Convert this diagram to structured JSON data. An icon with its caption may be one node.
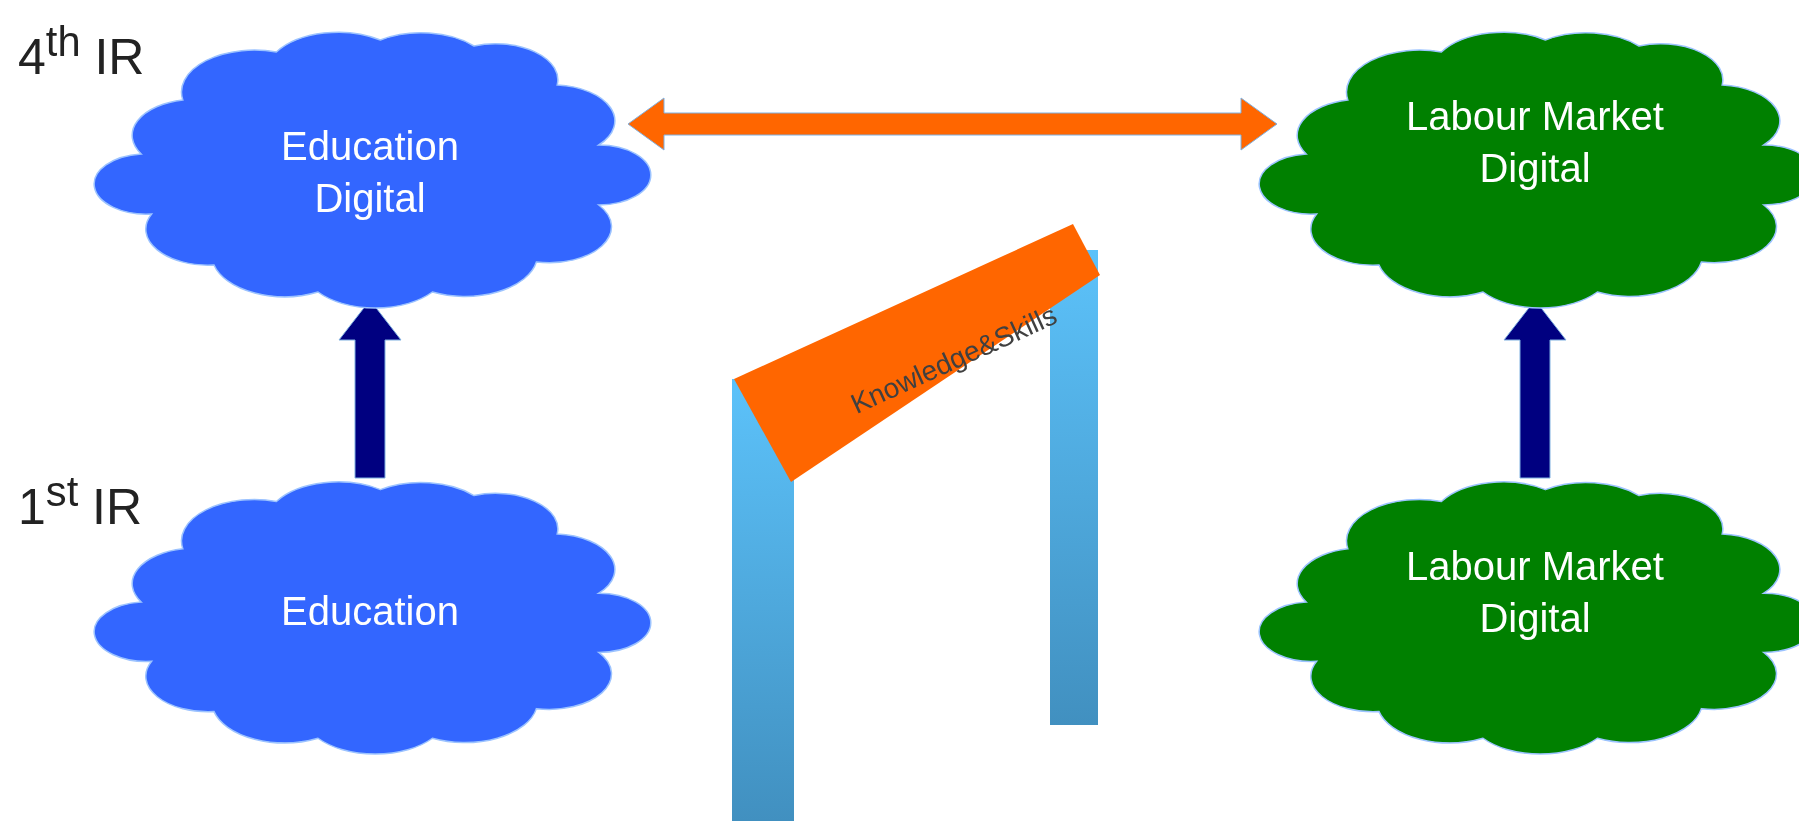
{
  "diagram": {
    "nodes": [
      {
        "text": [
          "Education Digital"
        ]
      },
      {
        "text": [
          "Labour Market Digital"
        ]
      },
      {
        "text": [
          "Knowledge&Skills"
        ]
      },
      {
        "text": [
          "Education"
        ]
      },
      {
        "text": [
          "Labour Market Digital"
        ]
      }
    ],
    "edges": [
      {
        "from": 3,
        "to": 0,
        "arrow": "to"
      },
      {
        "from": 4,
        "to": 1,
        "arrow": "to"
      },
      {
        "from": 0,
        "to": 1,
        "arrow": "both",
        "color": "#ff6600"
      }
    ],
    "labels": [
      "4$^{th}$ IR",
      "1$^{st}$ IR"
    ]
  }
}
